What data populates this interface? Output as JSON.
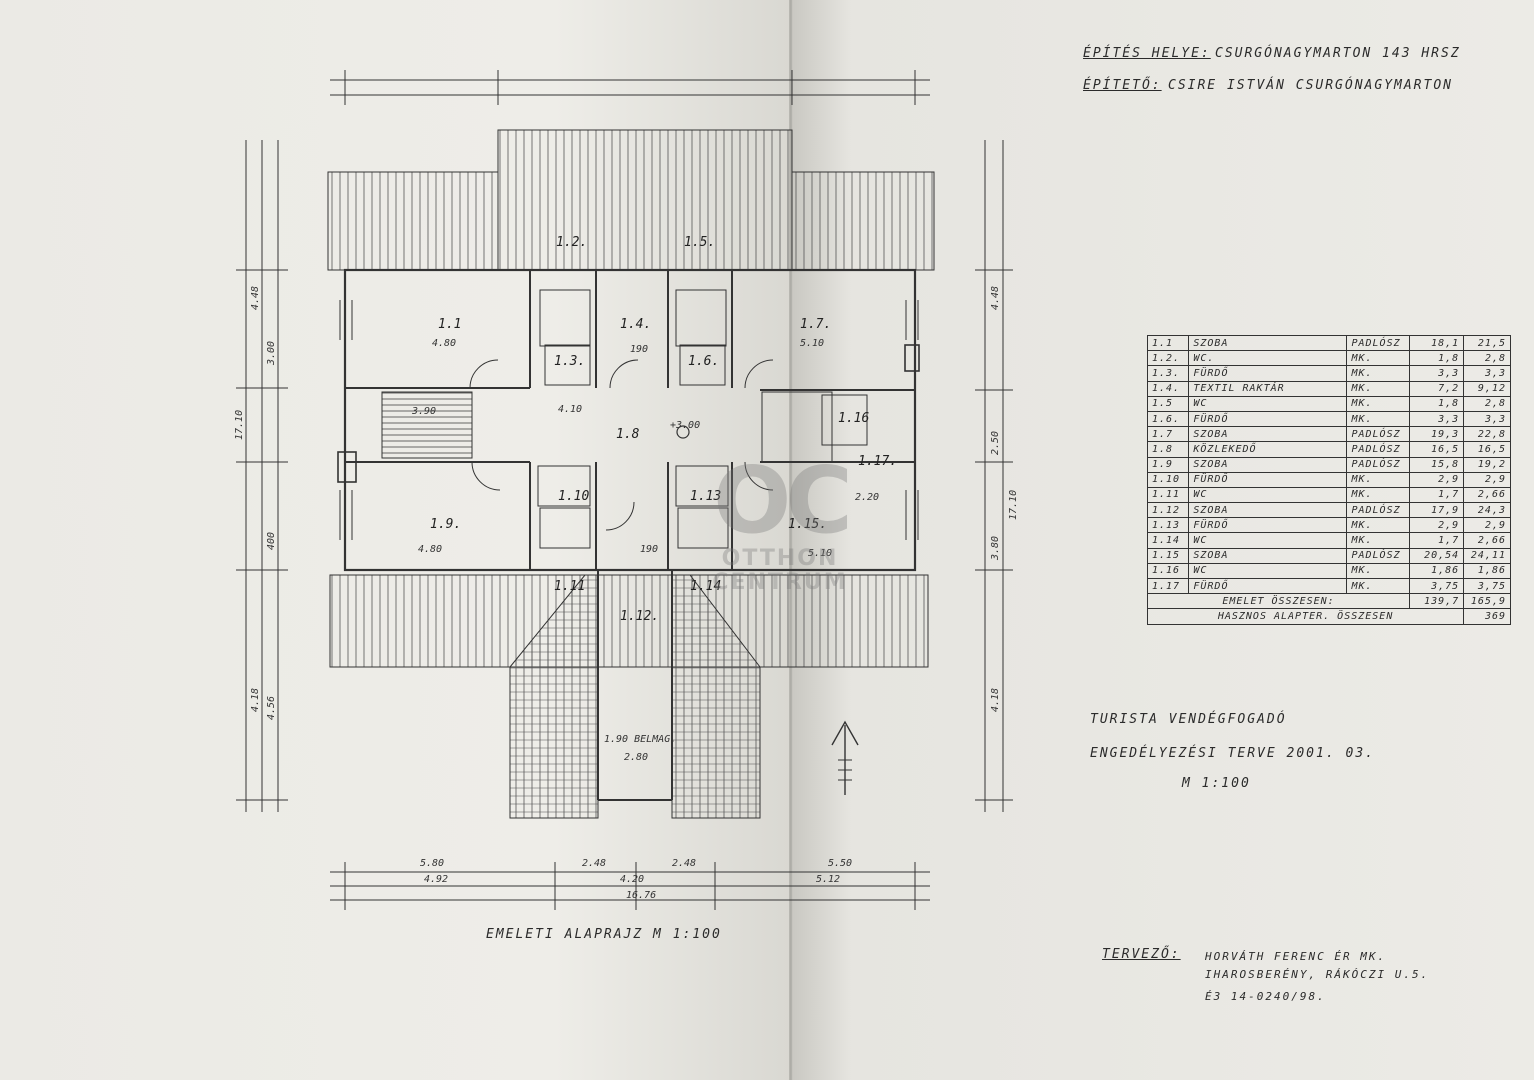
{
  "header": {
    "site_label": "ÉPÍTÉS HELYE:",
    "site_value": "CSURGÓNAGYMARTON   143 HRSZ",
    "builder_label": "ÉPÍTETŐ:",
    "builder_value": "CSIRE ISTVÁN CSURGÓNAGYMARTON"
  },
  "rooms": [
    {
      "id": "1.1",
      "name": "SZOBA",
      "floor": "PADLÓSZ",
      "a1": "18,1",
      "a2": "21,5"
    },
    {
      "id": "1.2.",
      "name": "WC.",
      "floor": "MK.",
      "a1": "1,8",
      "a2": "2,8"
    },
    {
      "id": "1.3.",
      "name": "FÜRDŐ",
      "floor": "MK.",
      "a1": "3,3",
      "a2": "3,3"
    },
    {
      "id": "1.4.",
      "name": "TEXTIL RAKTÁR",
      "floor": "MK.",
      "a1": "7,2",
      "a2": "9,12"
    },
    {
      "id": "1.5",
      "name": "WC",
      "floor": "MK.",
      "a1": "1,8",
      "a2": "2,8"
    },
    {
      "id": "1.6.",
      "name": "FÜRDŐ",
      "floor": "MK.",
      "a1": "3,3",
      "a2": "3,3"
    },
    {
      "id": "1.7",
      "name": "SZOBA",
      "floor": "PADLÓSZ",
      "a1": "19,3",
      "a2": "22,8"
    },
    {
      "id": "1.8",
      "name": "KÖZLEKEDŐ",
      "floor": "PADLÓSZ",
      "a1": "16,5",
      "a2": "16,5"
    },
    {
      "id": "1.9",
      "name": "SZOBA",
      "floor": "PADLÓSZ",
      "a1": "15,8",
      "a2": "19,2"
    },
    {
      "id": "1.10",
      "name": "FÜRDŐ",
      "floor": "MK.",
      "a1": "2,9",
      "a2": "2,9"
    },
    {
      "id": "1.11",
      "name": "WC",
      "floor": "MK.",
      "a1": "1,7",
      "a2": "2,66"
    },
    {
      "id": "1.12",
      "name": "SZOBA",
      "floor": "PADLÓSZ",
      "a1": "17,9",
      "a2": "24,3"
    },
    {
      "id": "1.13",
      "name": "FÜRDŐ",
      "floor": "MK.",
      "a1": "2,9",
      "a2": "2,9"
    },
    {
      "id": "1.14",
      "name": "WC",
      "floor": "MK.",
      "a1": "1,7",
      "a2": "2,66"
    },
    {
      "id": "1.15",
      "name": "SZOBA",
      "floor": "PADLÓSZ",
      "a1": "20,54",
      "a2": "24,11"
    },
    {
      "id": "1.16",
      "name": "WC",
      "floor": "MK.",
      "a1": "1,86",
      "a2": "1,86"
    },
    {
      "id": "1.17",
      "name": "FÜRDŐ",
      "floor": "MK.",
      "a1": "3,75",
      "a2": "3,75"
    }
  ],
  "totals": {
    "floor_label": "EMELET ÖSSZESEN:",
    "floor_a1": "139,7",
    "floor_a2": "165,9",
    "base_label": "HASZNOS ALAPTER. ÖSSZESEN",
    "base_value": "369"
  },
  "project": {
    "line1": "TURISTA VENDÉGFOGADÓ",
    "line2": "ENGEDÉLYEZÉSI TERVE   2001. 03.",
    "scale": "M 1:100"
  },
  "plan_title": "EMELETI ALAPRAJZ  M 1:100",
  "designer": {
    "label": "TERVEZŐ:",
    "name": "HORVÁTH FERENC ÉR MK.",
    "address": "IHAROSBERÉNY, RÁKÓCZI U.5.",
    "reg": "É3    14-0240/98."
  },
  "plan_labels": {
    "r11": "1.1",
    "r12": "1.2.",
    "r13": "1.3.",
    "r14": "1.4.",
    "r15": "1.5.",
    "r16": "1.6.",
    "r17": "1.7.",
    "r18": "1.8",
    "r19": "1.9.",
    "r110": "1.10",
    "r111": "1.11",
    "r112": "1.12.",
    "r113": "1.13",
    "r114": "1.14",
    "r115": "1.15.",
    "r116": "1.16",
    "r117": "1.17.",
    "elev": "+3.00",
    "dim_480a": "4.80",
    "dim_480b": "4.80",
    "dim_510a": "5.10",
    "dim_510b": "5.10",
    "dim_410": "4.10",
    "dim_390": "3.90",
    "dim_280": "2.80",
    "dim_220": "2.20",
    "dim_190a": "190",
    "dim_190b": "190",
    "dim_580": "5.80",
    "dim_248a": "2.48",
    "dim_248b": "2.48",
    "dim_550": "5.50",
    "dim_492": "4.92",
    "dim_420": "4.20",
    "dim_512": "5.12",
    "dim_1676": "16.76",
    "dim_448l": "4.48",
    "dim_448r": "4.48",
    "dim_1710l": "17.10",
    "dim_1710r": "17.10",
    "dim_418l": "4.18",
    "dim_418r": "4.18",
    "dim_300": "3.00",
    "dim_400": "400",
    "dim_250": "2.50",
    "dim_380": "3.80",
    "dim_456": "4.56",
    "belmag": "1.90 BELMAG.",
    "wm_big": "OC",
    "wm_line1": "OTTHON",
    "wm_line2": "CENTRUM"
  }
}
